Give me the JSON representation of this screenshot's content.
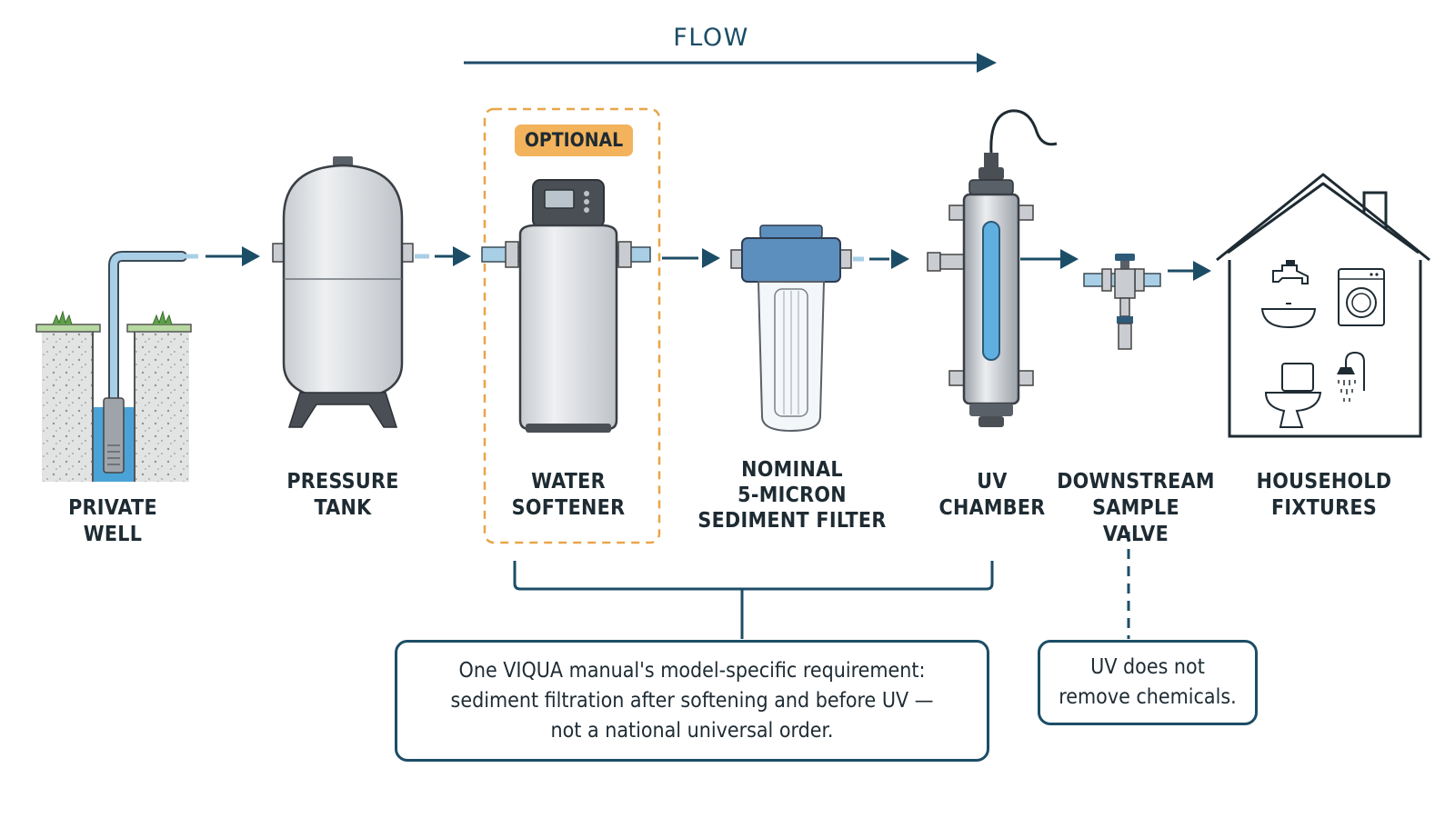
{
  "flow": {
    "label": "FLOW"
  },
  "optional_badge": "OPTIONAL",
  "stages": [
    {
      "id": "well",
      "label": "PRIVATE\nWELL"
    },
    {
      "id": "pressure_tank",
      "label": "PRESSURE\nTANK"
    },
    {
      "id": "water_softener",
      "label": "WATER\nSOFTENER",
      "optional": true
    },
    {
      "id": "sediment_filter",
      "label": "NOMINAL\n5-MICRON\nSEDIMENT FILTER"
    },
    {
      "id": "uv_chamber",
      "label": "UV\nCHAMBER"
    },
    {
      "id": "sample_valve",
      "label": "DOWNSTREAM\nSAMPLE VALVE"
    },
    {
      "id": "fixtures",
      "label": "HOUSEHOLD\nFIXTURES"
    }
  ],
  "notes": {
    "requirement": "One VIQUA manual's model-specific requirement:\nsediment filtration after softening and before UV —\nnot a national universal order.",
    "uv_chemicals": "UV does not\nremove chemicals."
  },
  "colors": {
    "navy": "#1c4d66",
    "optional_orange": "#f3b35c",
    "pipe_blue": "#a9cfe6",
    "water_blue": "#4aa3d6",
    "uv_lamp": "#5fb0e0",
    "tank_gray": "#dcdee2",
    "dark_gray": "#4a4f55"
  }
}
